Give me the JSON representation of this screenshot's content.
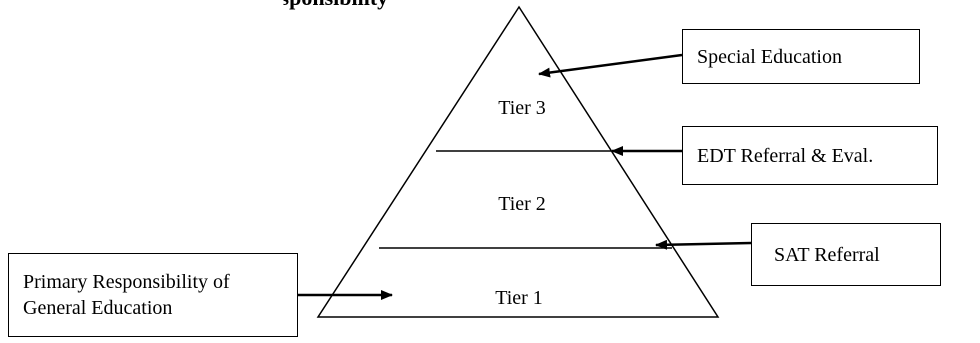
{
  "heading": "Primary Responsibility",
  "tiers": [
    {
      "label": "Tier 3"
    },
    {
      "label": "Tier 2"
    },
    {
      "label": "Tier 1"
    }
  ],
  "callouts": {
    "special_education": "Special Education",
    "edt_referral": "EDT Referral & Eval.",
    "sat_referral": "SAT Referral",
    "general_education": "Primary Responsibility of General Education"
  }
}
